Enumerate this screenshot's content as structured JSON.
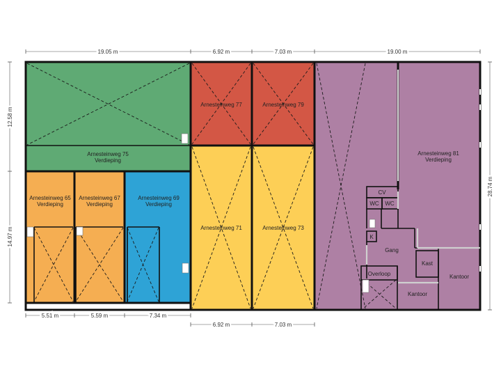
{
  "colors": {
    "green": "#5faa74",
    "red": "#d35745",
    "yellow": "#fdcf56",
    "orange": "#f5ae52",
    "blue": "#2ea3d6",
    "purple": "#ae80a4",
    "wall": "#111111"
  },
  "rooms": {
    "r75": "Arnesteinweg 75",
    "r75_sub": "Verdieping",
    "r77": "Arnesteinweg 77",
    "r79": "Arnesteinweg 79",
    "r65": "Arnesteinweg 65",
    "r65_sub": "Verdieping",
    "r67": "Arnesteinweg 67",
    "r67_sub": "Verdieping",
    "r69": "Arnesteinweg 69",
    "r69_sub": "Verdieping",
    "r71": "Arnesteinweg 71",
    "r73": "Arnesteinweg 73",
    "r81": "Arnesteinweg 81",
    "r81_sub": "Verdieping",
    "cv": "CV",
    "wc1": "WC",
    "wc2": "WC",
    "k": "K",
    "gang": "Gang",
    "kast": "Kast",
    "overloop": "Overloop",
    "kantoor1": "Kantoor",
    "kantoor2": "Kantoor"
  },
  "dimensions": {
    "top1": "19.05 m",
    "top2": "6.92 m",
    "top3": "7.03 m",
    "top4": "19.00 m",
    "bottom1": "5.51 m",
    "bottom2": "5.59 m",
    "bottom3": "7.34 m",
    "bottom4": "6.92 m",
    "bottom5": "7.03 m",
    "left1": "12.58 m",
    "left2": "14.97 m",
    "right1": "28.74 m"
  }
}
